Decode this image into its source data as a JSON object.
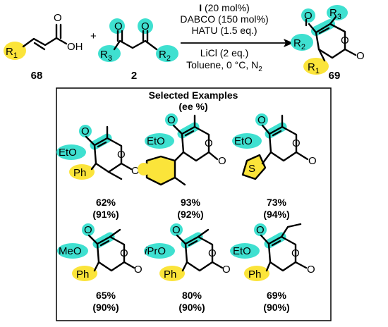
{
  "scheme": {
    "reactant1": {
      "label": "68",
      "r_group": "R",
      "r_sub": "1",
      "oh": "OH",
      "o": "O"
    },
    "plus": "+",
    "reactant2": {
      "label": "2",
      "r3": "R",
      "r3_sub": "3",
      "r2": "R",
      "r2_sub": "2",
      "o": "O"
    },
    "conditions": {
      "catalyst_symbol": "I",
      "catalyst_amount": " (20 mol%)",
      "base": "DABCO (150 mol%)",
      "coupling": "HATU (1.5 eq.)",
      "additive": "LiCl (2 eq.)",
      "solvent": "Toluene, 0 °C, N",
      "solvent_sub": "2"
    },
    "product": {
      "label": "69",
      "r1": "R",
      "r1_sub": "1",
      "r2": "R",
      "r2_sub": "2",
      "r3": "R",
      "r3_sub": "3",
      "o": "O"
    }
  },
  "examples_box": {
    "title": "Selected Examples",
    "subtitle": "(ee %)",
    "items": [
      {
        "ester": "EtO",
        "aryl": "Ph",
        "o": "O",
        "yield": "62%",
        "ee": "(91%)"
      },
      {
        "ester": "EtO",
        "aryl": "",
        "o": "O",
        "yield": "93%",
        "ee": "(92%)"
      },
      {
        "ester": "EtO",
        "aryl": "S",
        "o": "O",
        "yield": "73%",
        "ee": "(94%)"
      },
      {
        "ester": "MeO",
        "aryl": "Ph",
        "o": "O",
        "yield": "65%",
        "ee": "(90%)"
      },
      {
        "ester": "PrO",
        "ester_prefix": "i",
        "aryl": "Ph",
        "o": "O",
        "yield": "80%",
        "ee": "(90%)"
      },
      {
        "ester": "EtO",
        "aryl": "Ph",
        "o": "O",
        "yield": "69%",
        "ee": "(90%)"
      }
    ]
  }
}
